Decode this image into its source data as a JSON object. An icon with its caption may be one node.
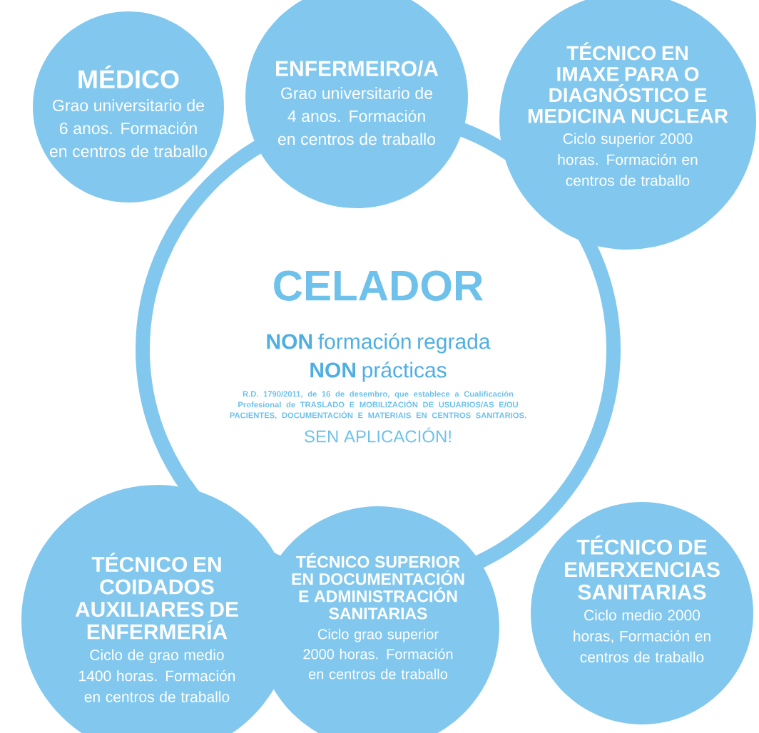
{
  "diagram": {
    "nodes": [
      {
        "text": [
          "MÉDICO",
          "Grao universitario de 6 anos. Formación en centros de traballo"
        ]
      },
      {
        "text": [
          "ENFERMEIRO/A",
          "Grao universitario de 4 anos. Formación en centros de traballo"
        ]
      },
      {
        "text": [
          "TÉCNICO EN IMAXE PARA O DIAGNÓSTICO E MEDICINA NUCLEAR",
          "Ciclo superior 2000 horas. Formación en centros de traballo"
        ]
      },
      {
        "text": [
          "CELADOR",
          "**NON** formación regrada",
          "**NON** prácticas",
          "R.D. 1790/2011, de 16 de desembro, que establece a Cualificación Profesional de TRASLADO E MOBILIZACIÓN DE USUARIOS/AS E/OU PACIENTES, DOCUMENTACIÓN E MATERIAIS EN CENTROS SANITARIOS.",
          "SEN APLICACIÓN!"
        ]
      },
      {
        "text": [
          "TÉCNICO EN COIDADOS AUXILIARES DE ENFERMERÍA",
          "Ciclo de grao medio 1400 horas. Formación en centros de traballo"
        ]
      },
      {
        "text": [
          "TÉCNICO SUPERIOR EN DOCUMENTACIÓN E ADMINISTRACIÓN SANITARIAS",
          "Ciclo grao superior 2000 horas. Formación en centros de traballo"
        ]
      },
      {
        "text": [
          "TÉCNICO DE EMERXENCIAS SANITARIAS",
          "Ciclo medio 2000 horas, Formación en centros de traballo"
        ]
      }
    ]
  }
}
